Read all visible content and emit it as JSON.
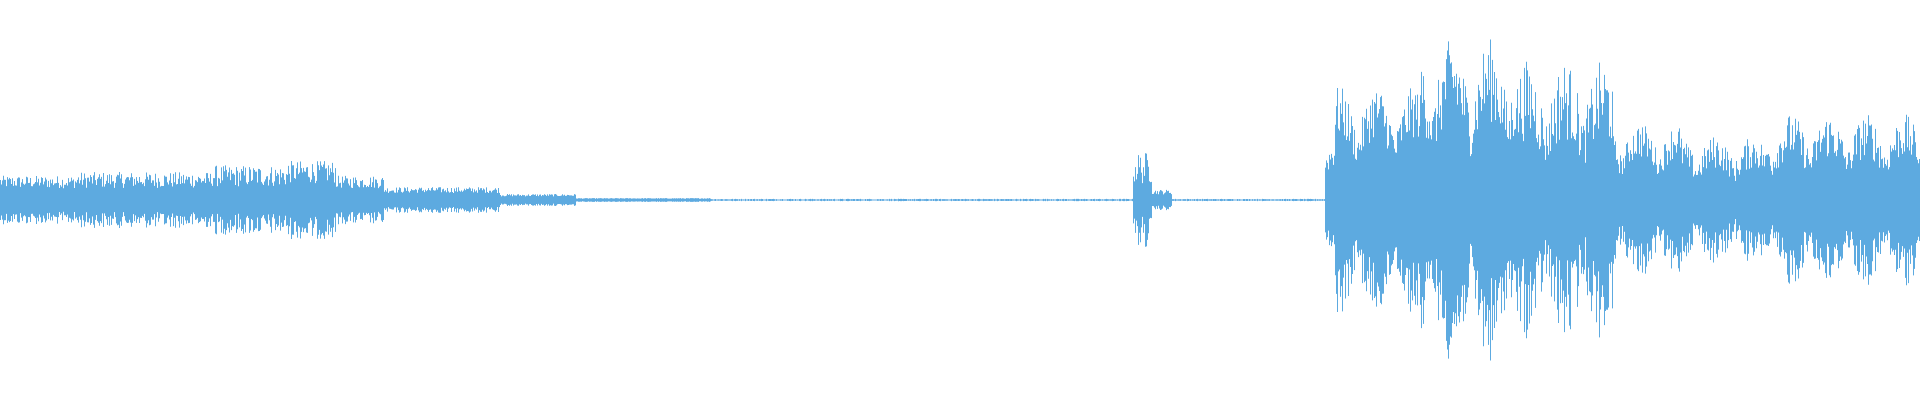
{
  "waveform": {
    "color": "#5daae0",
    "background": "#ffffff",
    "envelope_segments": [
      {
        "from": 0.0,
        "to": 0.04,
        "amp": 0.045,
        "jitter": 0.35
      },
      {
        "from": 0.04,
        "to": 0.11,
        "amp": 0.05,
        "jitter": 0.4
      },
      {
        "from": 0.11,
        "to": 0.15,
        "amp": 0.06,
        "jitter": 0.45
      },
      {
        "from": 0.15,
        "to": 0.175,
        "amp": 0.07,
        "jitter": 0.4
      },
      {
        "from": 0.175,
        "to": 0.2,
        "amp": 0.045,
        "jitter": 0.35
      },
      {
        "from": 0.2,
        "to": 0.26,
        "amp": 0.025,
        "jitter": 0.3
      },
      {
        "from": 0.26,
        "to": 0.3,
        "amp": 0.012,
        "jitter": 0.25
      },
      {
        "from": 0.3,
        "to": 0.37,
        "amp": 0.004,
        "jitter": 0.2
      },
      {
        "from": 0.37,
        "to": 0.59,
        "amp": 0.002,
        "jitter": 0.5
      },
      {
        "from": 0.59,
        "to": 0.6,
        "amp": 0.08,
        "jitter": 0.5
      },
      {
        "from": 0.6,
        "to": 0.61,
        "amp": 0.02,
        "jitter": 0.3
      },
      {
        "from": 0.61,
        "to": 0.69,
        "amp": 0.002,
        "jitter": 0.4
      },
      {
        "from": 0.69,
        "to": 0.695,
        "amp": 0.12,
        "jitter": 0.3
      },
      {
        "from": 0.695,
        "to": 0.74,
        "amp": 0.22,
        "jitter": 0.3
      },
      {
        "from": 0.74,
        "to": 0.79,
        "amp": 0.3,
        "jitter": 0.35
      },
      {
        "from": 0.79,
        "to": 0.84,
        "amp": 0.25,
        "jitter": 0.4
      },
      {
        "from": 0.84,
        "to": 0.875,
        "amp": 0.15,
        "jitter": 0.3
      },
      {
        "from": 0.875,
        "to": 0.92,
        "amp": 0.12,
        "jitter": 0.35
      },
      {
        "from": 0.92,
        "to": 1.0,
        "amp": 0.16,
        "jitter": 0.35
      }
    ]
  }
}
